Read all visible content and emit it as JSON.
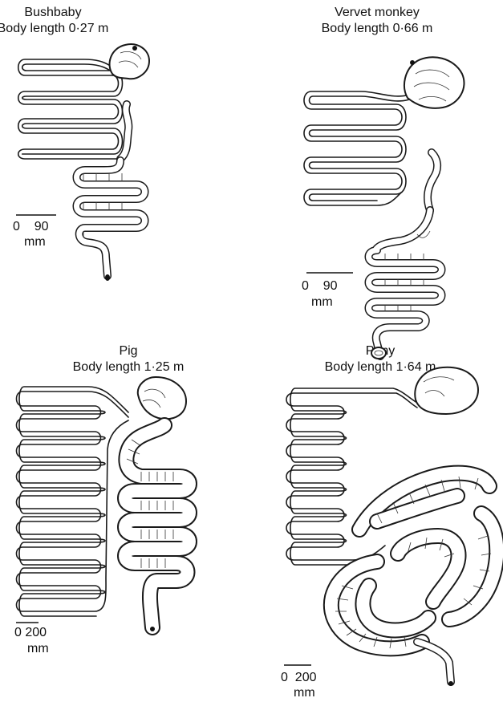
{
  "panels": [
    {
      "id": "bushbaby",
      "name": "Bushbaby",
      "body_length": "Body length 0·27 m",
      "scale": {
        "zero": "0",
        "value": "90",
        "unit": "mm"
      }
    },
    {
      "id": "vervet",
      "name": "Vervet monkey",
      "body_length": "Body length 0·66 m",
      "scale": {
        "zero": "0",
        "value": "90",
        "unit": "mm"
      }
    },
    {
      "id": "pig",
      "name": "Pig",
      "body_length": "Body length 1·25 m",
      "scale": {
        "zero": "0",
        "value": "200",
        "unit": "mm"
      }
    },
    {
      "id": "pony",
      "name": "Pony",
      "body_length": "Body length 1·64 m",
      "scale": {
        "zero": "0",
        "value": "200",
        "unit": "mm"
      }
    }
  ]
}
